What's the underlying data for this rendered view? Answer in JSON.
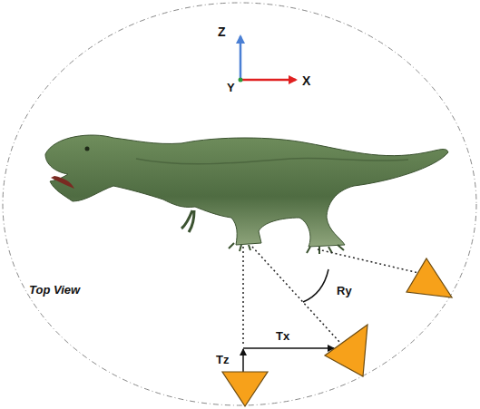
{
  "diagram": {
    "labels": [
      "Z",
      "Y",
      "X",
      "Top View",
      "Tz",
      "Tx",
      "Ry"
    ]
  }
}
